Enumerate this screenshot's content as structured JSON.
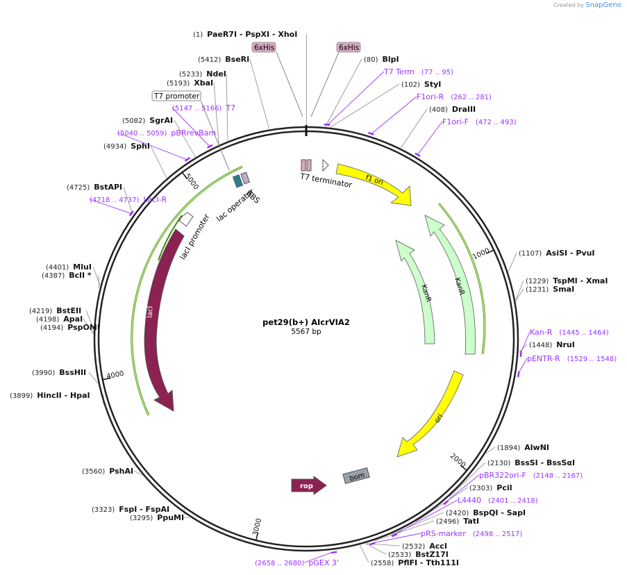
{
  "app": {
    "credit_prefix": "Created by",
    "credit_brand": "SnapGene"
  },
  "plasmid": {
    "name": "pet29(b+) AIcrVIA2",
    "length_label": "5567 bp",
    "length": 5567
  },
  "colors": {
    "backbone": "#222222",
    "enzyme_line": "#888888",
    "primer": "#9b30ff",
    "ori": "#ffff00",
    "kanr": "#ccffcc",
    "laci": "#8b2252",
    "gfp_line": "#4a8a10",
    "gfp_fill": "#b8f08a",
    "bom": "#9aa0a8",
    "his": "#d7a8c0"
  },
  "ticks": [
    {
      "label": "1000",
      "bp": 1000
    },
    {
      "label": "2000",
      "bp": 2000
    },
    {
      "label": "3000",
      "bp": 3000
    },
    {
      "label": "4000",
      "bp": 4000
    },
    {
      "label": "5000",
      "bp": 5000
    }
  ],
  "enzymes": [
    {
      "pos": "(1)",
      "text": "PaeR7I   - PspXI   - XhoI",
      "bp": 1
    },
    {
      "pos": "(5412)",
      "text": "BseRI",
      "bp": 5412
    },
    {
      "pos": "(5233)",
      "text": "NdeI",
      "bp": 5233
    },
    {
      "pos": "(5193)",
      "text": "XbaI",
      "bp": 5193
    },
    {
      "pos": "(5082)",
      "text": "SgrAI",
      "bp": 5082
    },
    {
      "pos": "(4934)",
      "text": "SphI",
      "bp": 4934
    },
    {
      "pos": "(4725)",
      "text": "BstAPI",
      "bp": 4725
    },
    {
      "pos": "(4401)",
      "text": "MluI",
      "bp": 4401
    },
    {
      "pos": "(4387)",
      "text": "BclI *",
      "bp": 4387
    },
    {
      "pos": "(4219)",
      "text": "BstEII",
      "bp": 4219
    },
    {
      "pos": "(4198)",
      "text": "ApaI",
      "bp": 4198
    },
    {
      "pos": "(4194)",
      "text": "PspOMI",
      "bp": 4194
    },
    {
      "pos": "(3990)",
      "text": "BssHII",
      "bp": 3990
    },
    {
      "pos": "(3899)",
      "text": "HincII   - HpaI",
      "bp": 3899
    },
    {
      "pos": "(3560)",
      "text": "PshAI",
      "bp": 3560
    },
    {
      "pos": "(3323)",
      "text": "FspI   - FspAI",
      "bp": 3323
    },
    {
      "pos": "(3295)",
      "text": "PpuMI",
      "bp": 3295
    },
    {
      "pos": "(80)",
      "text": "BlpI",
      "bp": 80
    },
    {
      "pos": "(102)",
      "text": "StyI",
      "bp": 102
    },
    {
      "pos": "(408)",
      "text": "DraIII",
      "bp": 408
    },
    {
      "pos": "(1107)",
      "text": "AsiSI   - PvuI",
      "bp": 1107
    },
    {
      "pos": "(1229)",
      "text": "TspMI   - XmaI",
      "bp": 1229
    },
    {
      "pos": "(1231)",
      "text": "SmaI",
      "bp": 1231
    },
    {
      "pos": "(1448)",
      "text": "NruI",
      "bp": 1448
    },
    {
      "pos": "(1894)",
      "text": "AlwNI",
      "bp": 1894
    },
    {
      "pos": "(2130)",
      "text": "BssSI   - BssSαI",
      "bp": 2130
    },
    {
      "pos": "(2303)",
      "text": "PciI",
      "bp": 2303
    },
    {
      "pos": "(2420)",
      "text": "BspQI   - SapI",
      "bp": 2420
    },
    {
      "pos": "(2496)",
      "text": "TatI",
      "bp": 2496
    },
    {
      "pos": "(2532)",
      "text": "AccI",
      "bp": 2532
    },
    {
      "pos": "(2533)",
      "text": "BstZ17I",
      "bp": 2533
    },
    {
      "pos": "(2558)",
      "text": "PflFI   - Tth111I",
      "bp": 2558
    }
  ],
  "primers": [
    {
      "name": "T7 Term",
      "range": "(77 .. 95)",
      "bp": 86
    },
    {
      "name": "F1ori-R",
      "range": "(262 .. 281)",
      "bp": 271
    },
    {
      "name": "F1ori-F",
      "range": "(472 .. 493)",
      "bp": 482
    },
    {
      "name": "Kan-R",
      "range": "(1445 .. 1464)",
      "bp": 1454
    },
    {
      "name": "pENTR-R",
      "range": "(1529 .. 1548)",
      "bp": 1538
    },
    {
      "name": "pBR322ori-F",
      "range": "(2148 .. 2167)",
      "bp": 2157
    },
    {
      "name": "L4440",
      "range": "(2401 .. 2418)",
      "bp": 2409
    },
    {
      "name": "pRS-marker",
      "range": "(2498 .. 2517)",
      "bp": 2507
    },
    {
      "name": "pGEX 3'",
      "range": "(2658 .. 2680)",
      "bp": 2669
    },
    {
      "name": "T7",
      "range": "(5147 .. 5166)",
      "bp": 5156
    },
    {
      "name": "pBRrevBam",
      "range": "(5040 .. 5059)",
      "bp": 5049
    },
    {
      "name": "LacI-R",
      "range": "(4718 .. 4737)",
      "bp": 4727
    }
  ],
  "features": [
    {
      "name": "f1 ori",
      "kind": "ori"
    },
    {
      "name": "KanR",
      "kind": "kanr"
    },
    {
      "name": "KanR",
      "kind": "kanr"
    },
    {
      "name": "ori",
      "kind": "ori"
    },
    {
      "name": "bom",
      "kind": "bom"
    },
    {
      "name": "rop",
      "kind": "rop"
    },
    {
      "name": "lacI",
      "kind": "laci"
    },
    {
      "name": "lacI promoter",
      "kind": "promoter"
    },
    {
      "name": "lac operator",
      "kind": "operator"
    },
    {
      "name": "RBS",
      "kind": "rbs"
    },
    {
      "name": "T7 terminator",
      "kind": "terminator"
    },
    {
      "name": "6xHis",
      "kind": "tag"
    },
    {
      "name": "6xHis",
      "kind": "tag"
    },
    {
      "name": "T7 promoter",
      "kind": "promoter"
    }
  ]
}
